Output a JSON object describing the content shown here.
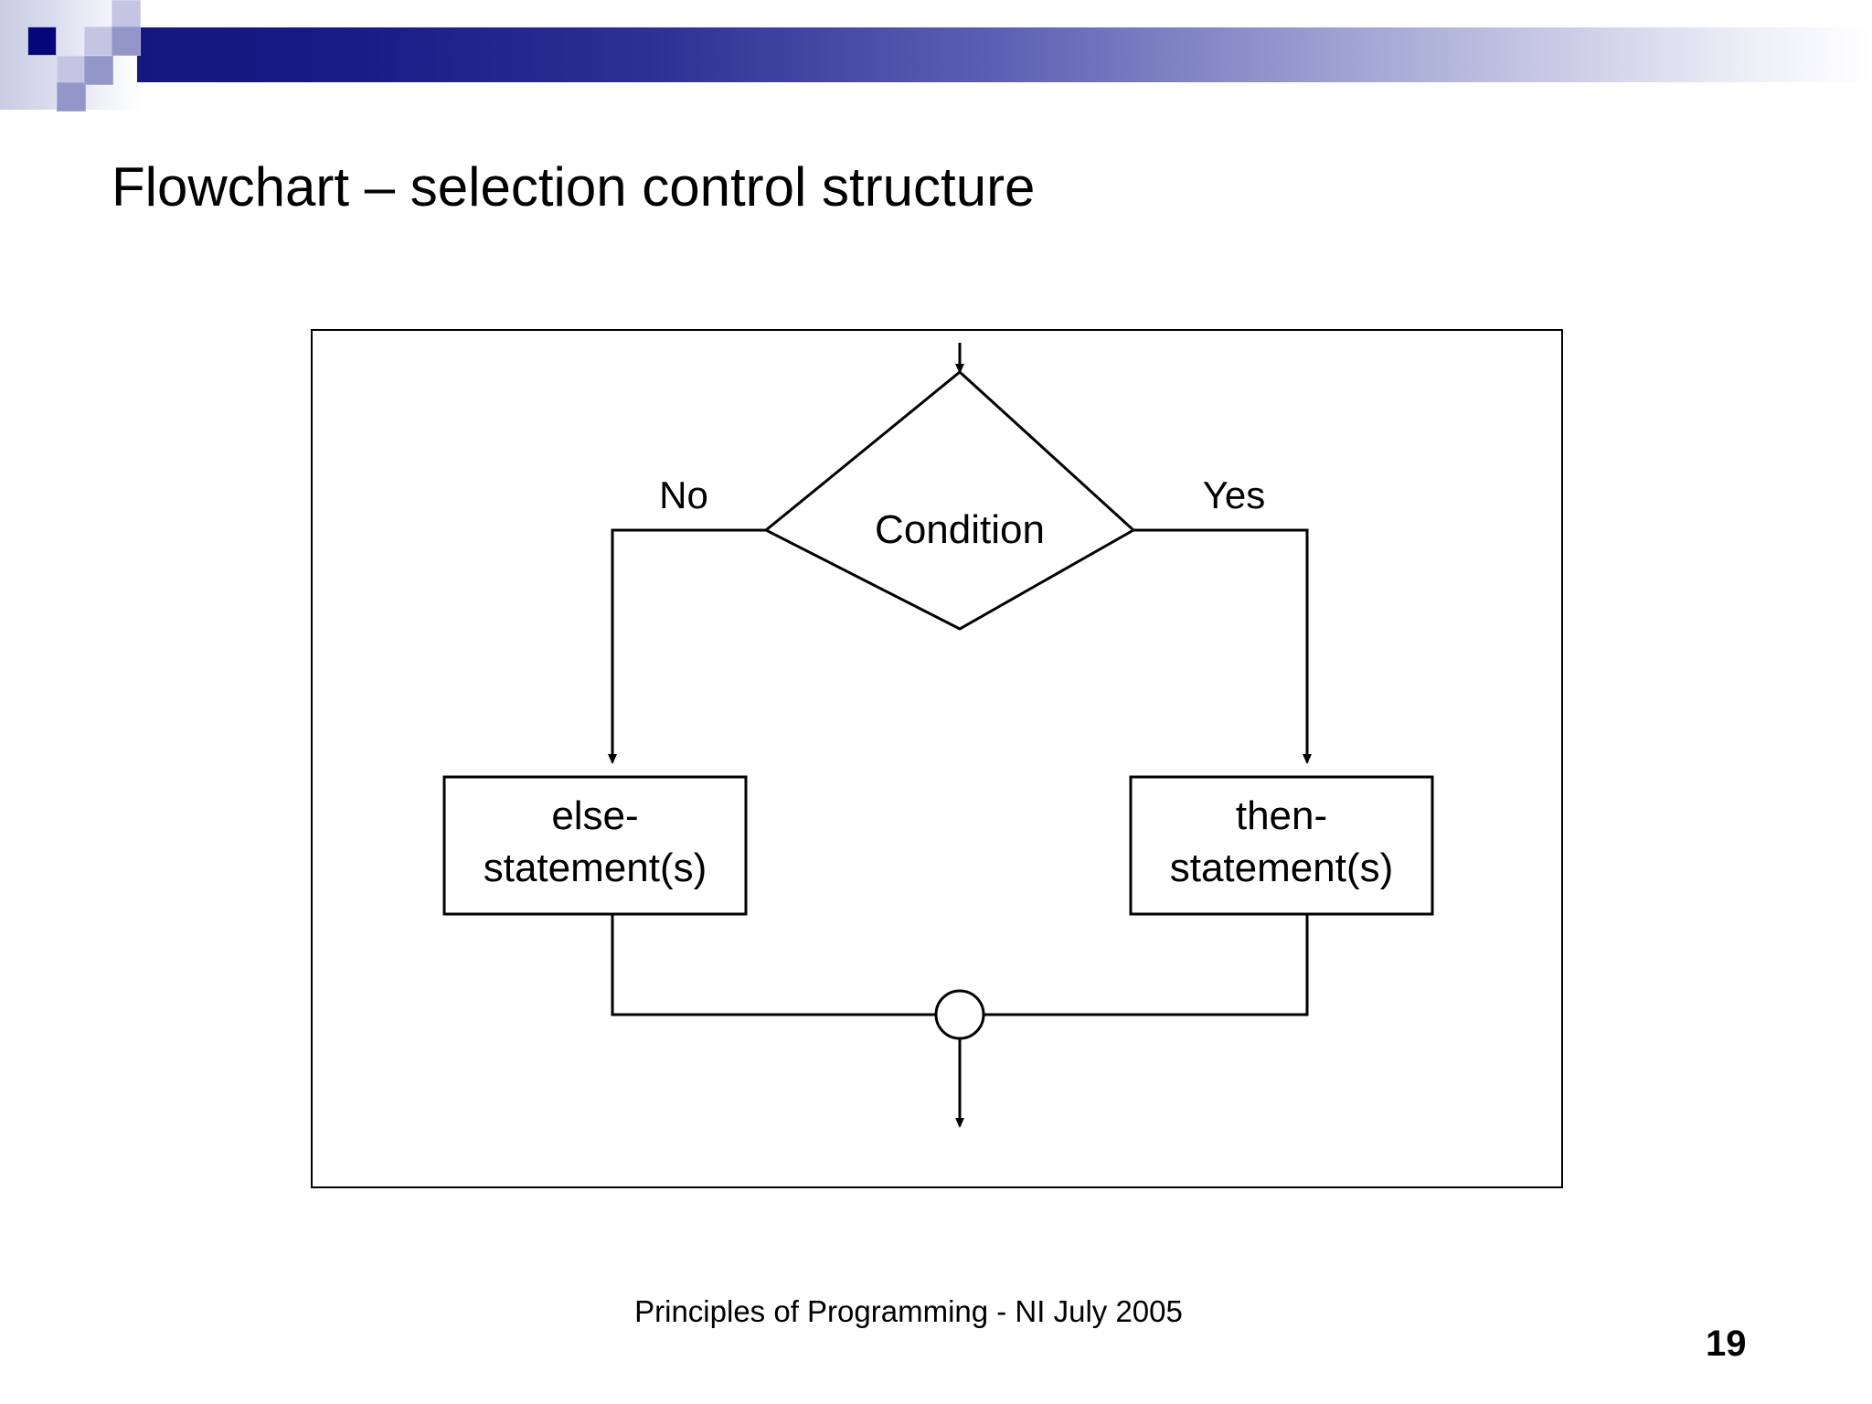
{
  "slide": {
    "title": "Flowchart – selection control structure",
    "footer": "Principles of Programming - NI July 2005",
    "page_number": "19"
  },
  "theme": {
    "banner_dark": "#05067a",
    "banner_mid": "#9396c8",
    "banner_light": "#c3c5e2",
    "text_color": "#000000",
    "background": "#ffffff"
  },
  "diagram": {
    "type": "flowchart",
    "name": "selection-control-structure",
    "decision": {
      "label": "Condition",
      "shape": "diamond"
    },
    "branches": {
      "left_label": "No",
      "right_label": "Yes"
    },
    "process_boxes": [
      {
        "id": "else-branch",
        "line1": "else-",
        "line2": "statement(s)",
        "shape": "rectangle",
        "side": "left"
      },
      {
        "id": "then-branch",
        "line1": "then-",
        "line2": "statement(s)",
        "shape": "rectangle",
        "side": "right"
      }
    ],
    "merge_node": {
      "shape": "circle",
      "label": ""
    },
    "connectors": [
      "entry-arrow-into-decision",
      "no-branch-to-else-box",
      "yes-branch-to-then-box",
      "else-box-to-merge",
      "then-box-to-merge",
      "merge-exit-arrow"
    ]
  }
}
